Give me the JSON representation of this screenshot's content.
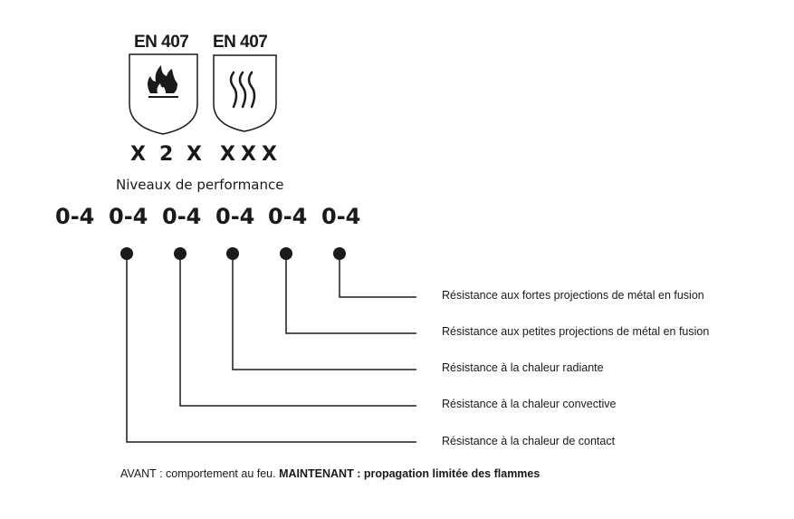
{
  "standard_labels": [
    "EN 407",
    "EN 407"
  ],
  "pictograms": [
    "flame-icon",
    "heat-icon"
  ],
  "code": [
    "X",
    "2",
    "X",
    "X",
    "X",
    "X"
  ],
  "levels_title": "Niveaux de performance",
  "levels": [
    "0-4",
    "0-4",
    "0-4",
    "0-4",
    "0-4",
    "0-4"
  ],
  "descriptions": [
    "Résistance aux fortes projections de métal en fusion",
    "Résistance aux petites projections de métal en fusion",
    "Résistance à la chaleur radiante",
    "Résistance à la chaleur convective",
    "Résistance à la chaleur de contact"
  ],
  "footer": {
    "before": "AVANT : comportement au feu.",
    "now": "MAINTENANT : propagation limitée des flammes"
  }
}
